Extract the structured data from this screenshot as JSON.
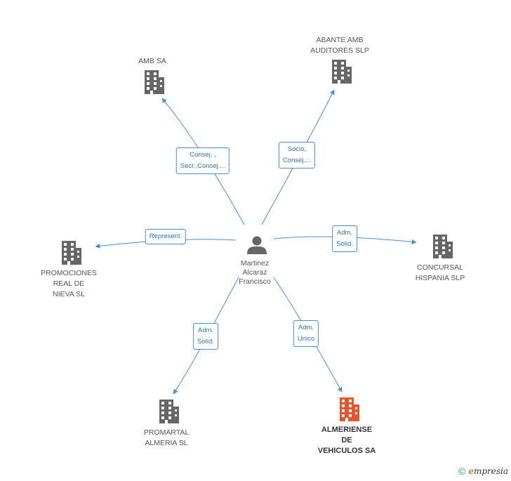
{
  "center": {
    "name": "Martinez\nAlcaraz\nFrancisco",
    "icon": "person-icon"
  },
  "companies": [
    {
      "id": "amb",
      "name": "AMB SA",
      "icon": "building-icon",
      "color": "#666666",
      "highlight": false
    },
    {
      "id": "abante",
      "name": "ABANTE AMB\nAUDITORES  SLP",
      "icon": "building-icon",
      "color": "#666666",
      "highlight": false
    },
    {
      "id": "promociones",
      "name": "PROMOCIONES\nREAL DE\nNIEVA SL",
      "icon": "building-icon",
      "color": "#666666",
      "highlight": false
    },
    {
      "id": "concursal",
      "name": "CONCURSAL\nHISPANIA SLP",
      "icon": "building-icon",
      "color": "#666666",
      "highlight": false
    },
    {
      "id": "promartal",
      "name": "PROMARTAL\nALMERIA SL",
      "icon": "building-icon",
      "color": "#666666",
      "highlight": false
    },
    {
      "id": "almeriense",
      "name": "ALMERIENSE\nDE\nVEHICULOS SA",
      "icon": "building-icon",
      "color": "#e8552b",
      "highlight": true
    }
  ],
  "relations": [
    {
      "to": "amb",
      "label": "Consej. ,\nSecr.,Consej...."
    },
    {
      "to": "abante",
      "label": "Socio,\nConsej...."
    },
    {
      "to": "promociones",
      "label": "Represent."
    },
    {
      "to": "concursal",
      "label": "Adm.\nSolid."
    },
    {
      "to": "promartal",
      "label": "Adm.\nSolid."
    },
    {
      "to": "almeriense",
      "label": "Adm.\nUnico"
    }
  ],
  "colors": {
    "edge": "#4a90d9",
    "building": "#666666",
    "highlight": "#e8552b",
    "person": "#666666"
  },
  "footer": {
    "copyright": "©",
    "brand_initial": "e",
    "brand_rest": "mpresia"
  }
}
